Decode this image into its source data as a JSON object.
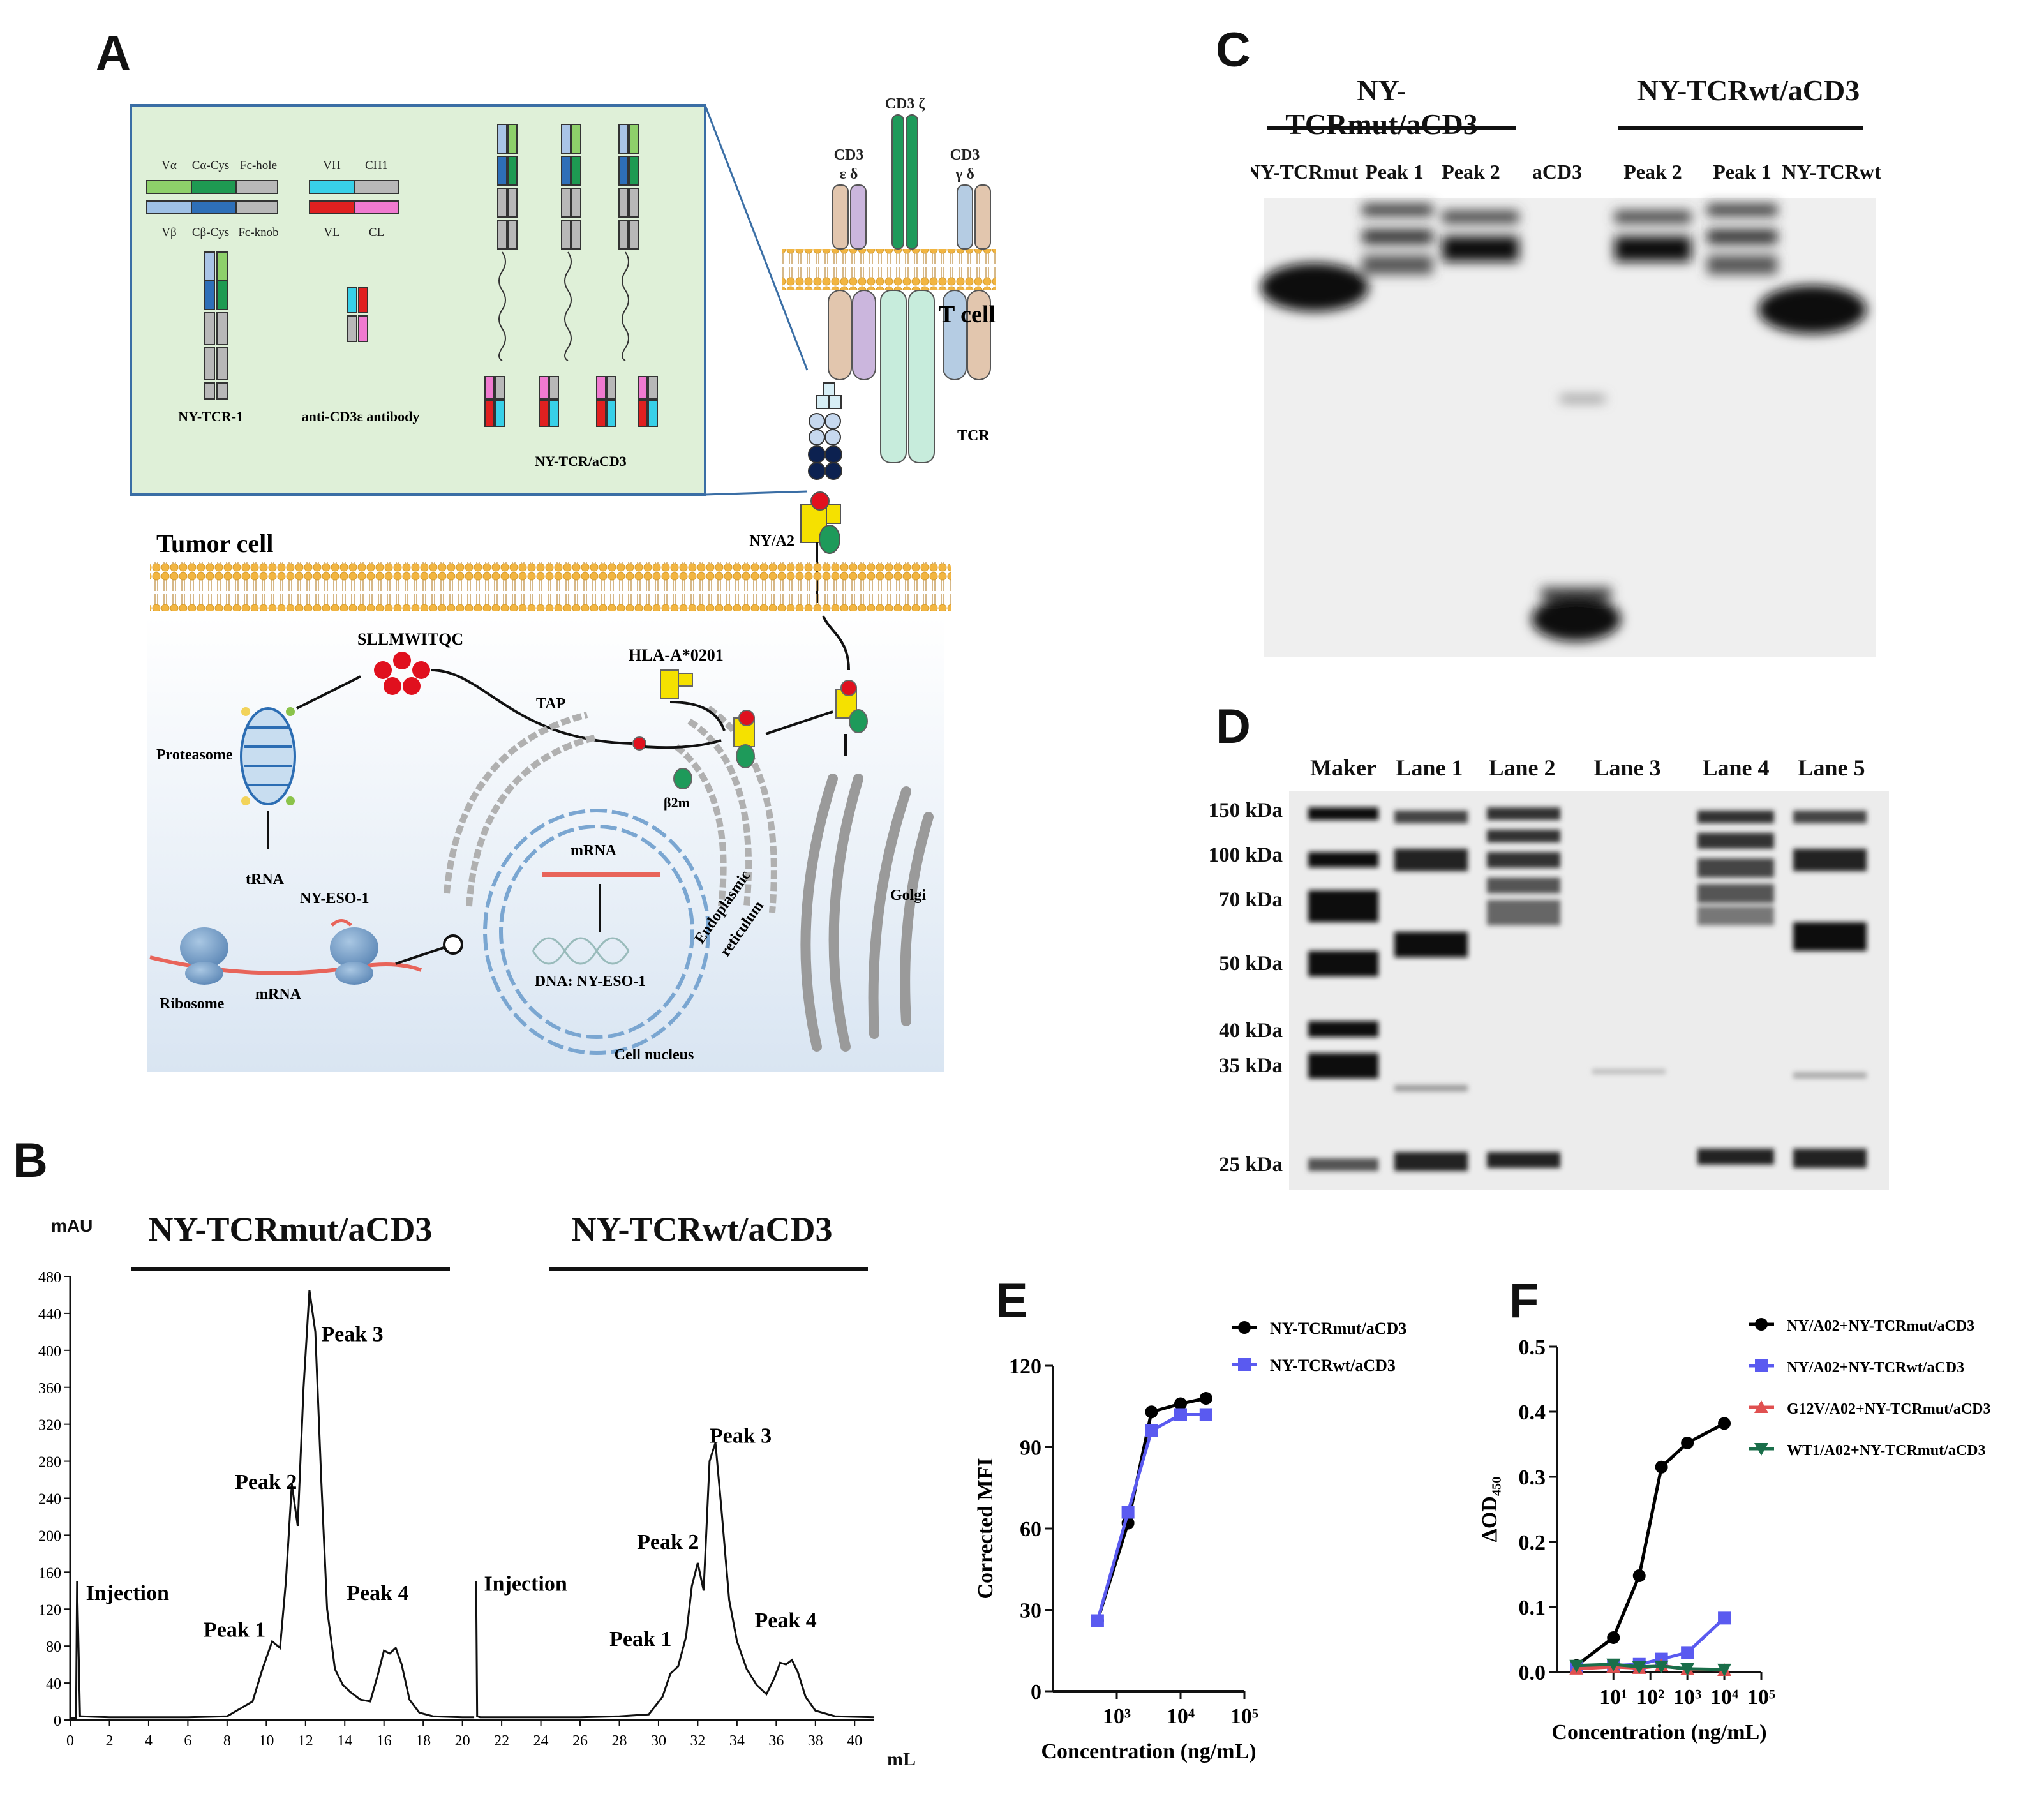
{
  "panels": {
    "A": "A",
    "B": "B",
    "C": "C",
    "D": "D",
    "E": "E",
    "F": "F"
  },
  "panel_a": {
    "inset": {
      "top_labels": [
        "Vα",
        "Cα-Cys",
        "Fc-hole"
      ],
      "bottom_labels": [
        "Vβ",
        "Cβ-Cys",
        "Fc-knob"
      ],
      "ab_top_labels": [
        "VH",
        "CH1"
      ],
      "ab_bottom_labels": [
        "VL",
        "CL"
      ],
      "ny_tcr1": "NY-TCR-1",
      "anti_cd3": "anti-CD3ε antibody",
      "ny_tcr_acd3": "NY-TCR/aCD3"
    },
    "cd3_zeta": "CD3 ζ",
    "cd3_left": "CD3",
    "cd3_left_sub": "ε  δ",
    "cd3_right": "CD3",
    "cd3_right_sub": "γ  δ",
    "t_cell": "T cell",
    "tcr": "TCR",
    "tumor_cell": "Tumor cell",
    "ny_a2": "NY/A2",
    "peptide": "SLLMWITQC",
    "tap": "TAP",
    "hla": "HLA-A*0201",
    "b2m": "β2m",
    "proteasome": "Proteasome",
    "trna": "tRNA",
    "ny_eso1": "NY-ESO-1",
    "ribosome": "Ribosome",
    "mrna": "mRNA",
    "mrna_nucleus": "mRNA",
    "dna": "DNA: NY-ESO-1",
    "nucleus": "Cell nucleus",
    "er": "Endoplasmic",
    "er2": "reticulum",
    "golgi": "Golgi"
  },
  "panel_c": {
    "group_left": "NY-TCRmut/aCD3",
    "group_right": "NY-TCRwt/aCD3",
    "lanes": [
      "NY-TCRmut",
      "Peak 1",
      "Peak 2",
      "aCD3",
      "Peak 2",
      "Peak 1",
      "NY-TCRwt"
    ]
  },
  "panel_d": {
    "lanes": [
      "Maker",
      "Lane 1",
      "Lane 2",
      "Lane 3",
      "Lane 4",
      "Lane 5"
    ],
    "markers": [
      "150 kDa",
      "100 kDa",
      "70 kDa",
      "50 kDa",
      "40 kDa",
      "35 kDa",
      "25 kDa"
    ]
  },
  "chart_data": [
    {
      "panel": "B",
      "type": "line",
      "ylabel": "mAU",
      "xlabel": "mL",
      "xlim": [
        0,
        41
      ],
      "ylim": [
        0,
        480
      ],
      "xticks": [
        0,
        2,
        4,
        6,
        8,
        10,
        12,
        14,
        16,
        18,
        20,
        22,
        24,
        26,
        28,
        30,
        32,
        34,
        36,
        38,
        40
      ],
      "yticks": [
        0,
        40,
        80,
        120,
        160,
        200,
        240,
        280,
        320,
        360,
        400,
        440,
        480
      ],
      "group_labels": [
        "NY-TCRmut/aCD3",
        "NY-TCRwt/aCD3"
      ],
      "annotations": {
        "injection": "Injection",
        "peak1": "Peak 1",
        "peak2": "Peak 2",
        "peak3": "Peak 3",
        "peak4": "Peak 4"
      },
      "injection_x": [
        0.3,
        20.7
      ],
      "series": [
        {
          "x": [
            0,
            0.3,
            0.35,
            0.5,
            2,
            6,
            8,
            9.3,
            9.8,
            10.3,
            10.7,
            11.0,
            11.3,
            11.6,
            11.9,
            12.2,
            12.5,
            12.8,
            13.1,
            13.5,
            13.9,
            14.3,
            14.8,
            15.3,
            15.7,
            16.0,
            16.3,
            16.6,
            16.9,
            17.3,
            17.8,
            18.5,
            20,
            20.6
          ],
          "y": [
            2,
            2,
            150,
            4,
            3,
            3,
            4,
            20,
            55,
            85,
            78,
            150,
            255,
            210,
            360,
            465,
            420,
            260,
            120,
            55,
            38,
            30,
            22,
            20,
            50,
            75,
            72,
            78,
            60,
            22,
            8,
            4,
            3,
            3
          ]
        },
        {
          "x": [
            20.7,
            20.75,
            20.9,
            22,
            26,
            28,
            29.5,
            30.2,
            30.6,
            31.0,
            31.4,
            31.7,
            32.0,
            32.3,
            32.6,
            32.9,
            33.2,
            33.6,
            34.0,
            34.5,
            35.0,
            35.5,
            35.9,
            36.2,
            36.5,
            36.8,
            37.1,
            37.5,
            38,
            39,
            41
          ],
          "y": [
            150,
            4,
            3,
            3,
            3,
            4,
            6,
            25,
            50,
            58,
            90,
            145,
            170,
            140,
            280,
            300,
            230,
            130,
            85,
            55,
            38,
            28,
            45,
            62,
            60,
            65,
            52,
            25,
            10,
            4,
            3
          ]
        }
      ]
    },
    {
      "panel": "E",
      "type": "line",
      "xlabel": "Concentration (ng/mL)",
      "ylabel": "Corrected MFI",
      "xscale": "log",
      "xlim": [
        100,
        100000
      ],
      "ylim": [
        0,
        120
      ],
      "xticks": [
        1000,
        10000,
        100000
      ],
      "xtick_labels": [
        "10³",
        "10⁴",
        "10⁵"
      ],
      "yticks": [
        0,
        30,
        60,
        90,
        120
      ],
      "legend_position": "top-right",
      "series": [
        {
          "name": "NY-TCRmut/aCD3",
          "color": "#000000",
          "marker": "circle",
          "x": [
            500,
            1500,
            3500,
            10000,
            25000
          ],
          "y": [
            26,
            62,
            103,
            106,
            108
          ]
        },
        {
          "name": "NY-TCRwt/aCD3",
          "color": "#5a5af0",
          "marker": "square",
          "x": [
            500,
            1500,
            3500,
            10000,
            25000
          ],
          "y": [
            26,
            66,
            96,
            102,
            102
          ]
        }
      ]
    },
    {
      "panel": "F",
      "type": "line",
      "xlabel": "Concentration (ng/mL)",
      "ylabel": "ΔOD₄₅₀",
      "xscale": "log",
      "xlim": [
        0.3,
        100000
      ],
      "ylim": [
        0,
        0.5
      ],
      "xticks": [
        10,
        100,
        1000,
        10000,
        100000
      ],
      "xtick_labels": [
        "10¹",
        "10²",
        "10³",
        "10⁴",
        "10⁵"
      ],
      "yticks": [
        0,
        0.1,
        0.2,
        0.3,
        0.4,
        0.5
      ],
      "ytick_labels": [
        "0.0",
        "0.1",
        "0.2",
        "0.3",
        "0.4",
        "0.5"
      ],
      "legend_position": "top-right",
      "series": [
        {
          "name": "NY/A02+NY-TCRmut/aCD3",
          "color": "#000000",
          "marker": "circle",
          "x": [
            1,
            10,
            50,
            200,
            1000,
            10000
          ],
          "y": [
            0.01,
            0.053,
            0.148,
            0.315,
            0.352,
            0.382
          ]
        },
        {
          "name": "NY/A02+NY-TCRwt/aCD3",
          "color": "#5a5af0",
          "marker": "square",
          "x": [
            1,
            10,
            50,
            200,
            1000,
            10000
          ],
          "y": [
            0.008,
            0.01,
            0.012,
            0.02,
            0.03,
            0.083
          ]
        },
        {
          "name": "G12V/A02+NY-TCRmut/aCD3",
          "color": "#e05050",
          "marker": "triangle",
          "x": [
            1,
            10,
            50,
            200,
            1000,
            10000
          ],
          "y": [
            0.005,
            0.008,
            0.006,
            0.01,
            0.004,
            0.003
          ]
        },
        {
          "name": "WT1/A02+NY-TCRmut/aCD3",
          "color": "#1a6e4a",
          "marker": "triangle-down",
          "x": [
            1,
            10,
            50,
            200,
            1000,
            10000
          ],
          "y": [
            0.01,
            0.012,
            0.008,
            0.009,
            0.005,
            0.004
          ]
        }
      ]
    }
  ]
}
